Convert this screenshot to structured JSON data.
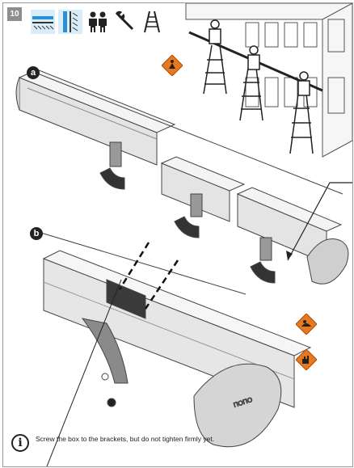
{
  "step": {
    "number": "10"
  },
  "tool_icons": [
    {
      "name": "level-rail-icon"
    },
    {
      "name": "wall-profile-icon"
    },
    {
      "name": "two-persons-icon"
    },
    {
      "name": "wrench-icon"
    },
    {
      "name": "ladder-icon"
    }
  ],
  "markers": {
    "a": "a",
    "b": "b"
  },
  "note": {
    "icon_letter": "i",
    "text": "Screw the box to the brackets, but do not tighten firmly yet."
  },
  "colors": {
    "warning_orange": "#e8781e",
    "icon_blue": "#2b8fd6",
    "line": "#222222"
  }
}
